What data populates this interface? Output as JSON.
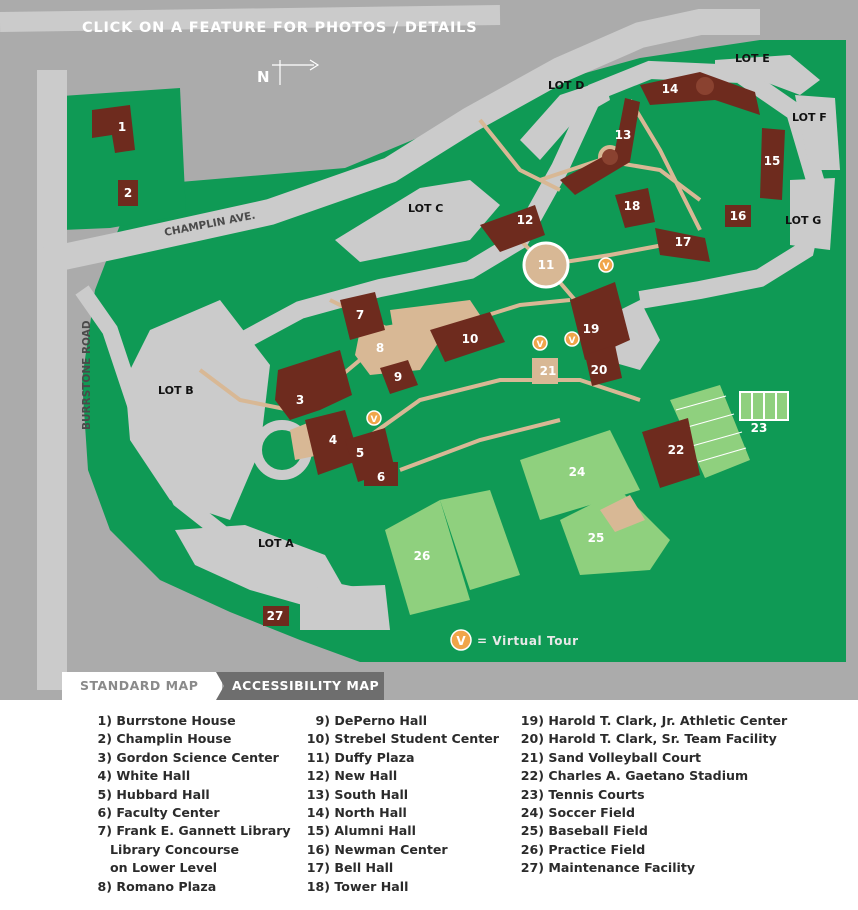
{
  "header": {
    "instruction": "CLICK ON A FEATURE FOR PHOTOS / DETAILS",
    "north_label": "N"
  },
  "roads": {
    "champlin": "CHAMPLIN AVE.",
    "burrstone": "BURRSTONE ROAD"
  },
  "lots": {
    "a": "LOT A",
    "b": "LOT B",
    "c": "LOT C",
    "d": "LOT D",
    "e": "LOT E",
    "f": "LOT F",
    "g": "LOT G"
  },
  "virtual_tour": {
    "symbol": "V",
    "label": "= Virtual Tour"
  },
  "tabs": {
    "standard": "STANDARD MAP",
    "accessibility": "ACCESSIBILITY MAP"
  },
  "markers": [
    "1",
    "2",
    "3",
    "4",
    "5",
    "6",
    "7",
    "8",
    "9",
    "10",
    "11",
    "12",
    "13",
    "14",
    "15",
    "16",
    "17",
    "18",
    "19",
    "20",
    "21",
    "22",
    "23",
    "24",
    "25",
    "26",
    "27"
  ],
  "legend": {
    "col1": [
      {
        "num": "1)",
        "name": "Burrstone House"
      },
      {
        "num": "2)",
        "name": "Champlin House"
      },
      {
        "num": "3)",
        "name": "Gordon Science Center"
      },
      {
        "num": "4)",
        "name": "White Hall"
      },
      {
        "num": "5)",
        "name": "Hubbard Hall"
      },
      {
        "num": "6)",
        "name": "Faculty Center"
      },
      {
        "num": "7)",
        "name": "Frank E. Gannett Library"
      }
    ],
    "col1_sub": [
      "Library Concourse",
      "on Lower Level"
    ],
    "col1_last": {
      "num": "8)",
      "name": "Romano Plaza"
    },
    "col2": [
      {
        "num": "9)",
        "name": "DePerno Hall"
      },
      {
        "num": "10)",
        "name": "Strebel Student Center"
      },
      {
        "num": "11)",
        "name": "Duffy Plaza"
      },
      {
        "num": "12)",
        "name": "New Hall"
      },
      {
        "num": "13)",
        "name": "South Hall"
      },
      {
        "num": "14)",
        "name": "North Hall"
      },
      {
        "num": "15)",
        "name": "Alumni Hall"
      },
      {
        "num": "16)",
        "name": "Newman Center"
      },
      {
        "num": "17)",
        "name": "Bell Hall"
      },
      {
        "num": "18)",
        "name": "Tower Hall"
      }
    ],
    "col3": [
      {
        "num": "19)",
        "name": "Harold T. Clark, Jr. Athletic Center"
      },
      {
        "num": "20)",
        "name": "Harold T. Clark, Sr. Team Facility"
      },
      {
        "num": "21)",
        "name": "Sand Volleyball Court"
      },
      {
        "num": "22)",
        "name": "Charles A. Gaetano Stadium"
      },
      {
        "num": "23)",
        "name": "Tennis Courts"
      },
      {
        "num": "24)",
        "name": "Soccer Field"
      },
      {
        "num": "25)",
        "name": "Baseball Field"
      },
      {
        "num": "26)",
        "name": "Practice Field"
      },
      {
        "num": "27)",
        "name": "Maintenance Facility"
      }
    ]
  },
  "colors": {
    "grass": "#0f9a55",
    "road": "#cbcbcb",
    "background": "#ababab",
    "building": "#6e2b1e",
    "path": "#d8b895",
    "field": "#8fd07e",
    "tour": "#f0a54a"
  }
}
